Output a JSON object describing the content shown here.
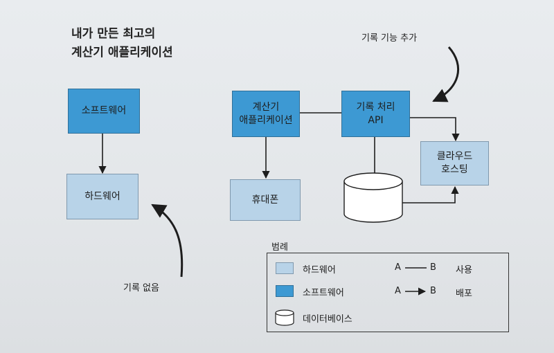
{
  "title_line1": "내가 만든 최고의",
  "title_line2": "계산기 애플리케이션",
  "nodes": {
    "software": "소프트웨어",
    "hardware": "하드웨어",
    "calc_app_line1": "계산기",
    "calc_app_line2": "애플리케이션",
    "record_api_line1": "기록 처리",
    "record_api_line2": "API",
    "phone": "휴대폰",
    "cloud_line1": "클라우드",
    "cloud_line2": "호스팅"
  },
  "annotations": {
    "add_record": "기록 기능 추가",
    "no_record": "기록 없음"
  },
  "legend": {
    "title": "범례",
    "hardware": "하드웨어",
    "software": "소프트웨어",
    "database": "데이터베이스",
    "use_a": "A",
    "use_b": "B",
    "use_label": "사용",
    "deploy_a": "A",
    "deploy_b": "B",
    "deploy_label": "배포"
  },
  "colors": {
    "software": "#3d99d3",
    "hardware": "#b8d3e8",
    "database": "#ffffff",
    "line": "#1d1d1d"
  }
}
